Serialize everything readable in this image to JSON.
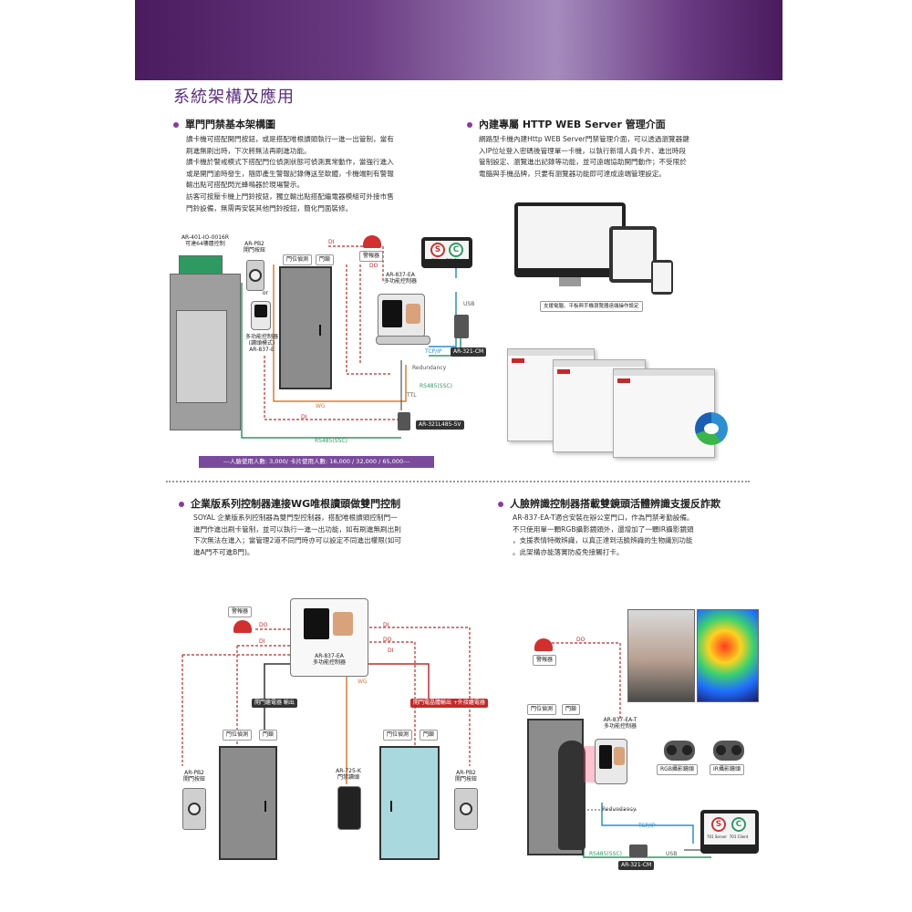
{
  "title": "系統架構及應用",
  "sections": {
    "basic": {
      "heading": "單門門禁基本架構圖",
      "body": "讀卡機可搭配開門按鈕，或是搭配唯根讀頭執行一進一出管制，當有\n刷進無刷出時，下次將無法再刷進功能。\n讀卡機於警戒模式下搭配門位偵測狀態可偵測異常動作，當強行進入\n或是開門逾時發生，隨即產生警報記錄傳送至軟體，卡機端則有警報\n輸出點可搭配閃光蜂鳴器於現場警示。\n訪客可按壓卡機上門鈴按鈕，獨立輸出點搭配繼電器模組可外接市售\n門鈴設備，無需再安裝其他門鈴按鈕，簡化門面裝修。"
    },
    "web": {
      "heading": "內建專屬 HTTP WEB Server 管理介面",
      "body": "網路型卡機內建Http WEB Server門禁管理介面，可以透過瀏覽器鍵\n入IP位址登入密碼後管理單一卡機，以執行新增人員卡片、進出時段\n管制設定、瀏覽進出記錄等功能，並可遠端協助開門動作；不受限於\n電腦與手機品牌，只要有瀏覽器功能即可達成遠端管理設定。",
      "caption": "支援電腦、平板與手機瀏覽器遠端操作設定"
    },
    "enterprise": {
      "heading": "企業版系列控制器連接WG唯根讀頭做雙門控制",
      "body": "SOYAL 企業版系列控制器為雙門型控制器，搭配唯根讀頭控制門一\n進門作進出刷卡管制，並可以執行一進一出功能，如有刷進無刷出則\n下次無法在進入；當管理2道不同門時亦可以設定不同進出權限(如可\n進A門不可進B門)。"
    },
    "face": {
      "heading": "人臉辨識控制器搭載雙鏡頭活體辨識支援反詐欺",
      "body": "AR-837-EA-T適合安裝在辦公室門口，作為門禁考勤設備。\n不只使用單一顆RGB攝影鏡頭外，還增加了一顆IR攝影鏡頭\n，支援表情特徵辨識，以真正達到活臉辨識的生物識別功能\n。此架構亦能落實防疫免接觸打卡。"
    }
  },
  "diagram1": {
    "ar401": "AR-401-IO-0016R\n可達64樓層控制",
    "arpb2": "AR-PB2\n開門按鈕",
    "or": "or",
    "reader": "多功能控制器\n(讀頭模式)\nAR-837-E",
    "door_sensor": "門位偵測",
    "door_lock": "門鎖",
    "alarm": "警報器",
    "controller": "AR-837-EA\n多功能控制器",
    "usb": "USB",
    "tcpip": "TCP/IP",
    "ar321cm": "AR-321-CM",
    "redundancy": "Redundancy",
    "rs485ssc": "RS485(SSC)",
    "ttl": "TTL",
    "wg": "WG",
    "di": "DI",
    "do": "DO",
    "ar321l": "AR-321L485-5V",
    "rs485bottom": "RS485(SSC)",
    "software1": "701 Server",
    "software2": "701 Client",
    "banner": "---人臉使用人數: 3,000/ 卡片使用人數: 16,000 / 32,000 / 65,000---"
  },
  "diagram2": {
    "alarm": "警報器",
    "do": "DO",
    "di": "DI",
    "wg": "WG",
    "controller": "AR-837-EA\n多功能控制器",
    "relay_left": "開門繼電器\n輸出",
    "relay_right": "開門電晶體輸出\n+外接繼電器",
    "door_sensor_l": "門位偵測",
    "door_lock_l": "門鎖",
    "door_sensor_r": "門位偵測",
    "door_lock_r": "門鎖",
    "pb2_left": "AR-PB2\n開門按鈕",
    "pb2_right": "AR-PB2\n開門按鈕",
    "ar725k": "AR-725-K\n門禁讀頭"
  },
  "diagram3": {
    "alarm": "警報器",
    "do": "DO",
    "door_sensor": "門位偵測",
    "door_lock": "門鎖",
    "controller": "AR-837-EA-T\n多功能控制器",
    "rgb": "RGB攝影鏡頭",
    "ir": "IR攝影鏡頭",
    "redundancy": "Redundancy",
    "tcpip": "TCP/IP",
    "rs485": "RS485(SSC)",
    "usb": "USB",
    "ar321cm": "AR-321-CM",
    "software1": "701 Server",
    "software2": "701 Client"
  },
  "colors": {
    "brand_purple": "#5a2d82",
    "red": "#c62828",
    "green": "#2e9a62",
    "blue": "#2b8fd1",
    "orange": "#e07b2a"
  }
}
